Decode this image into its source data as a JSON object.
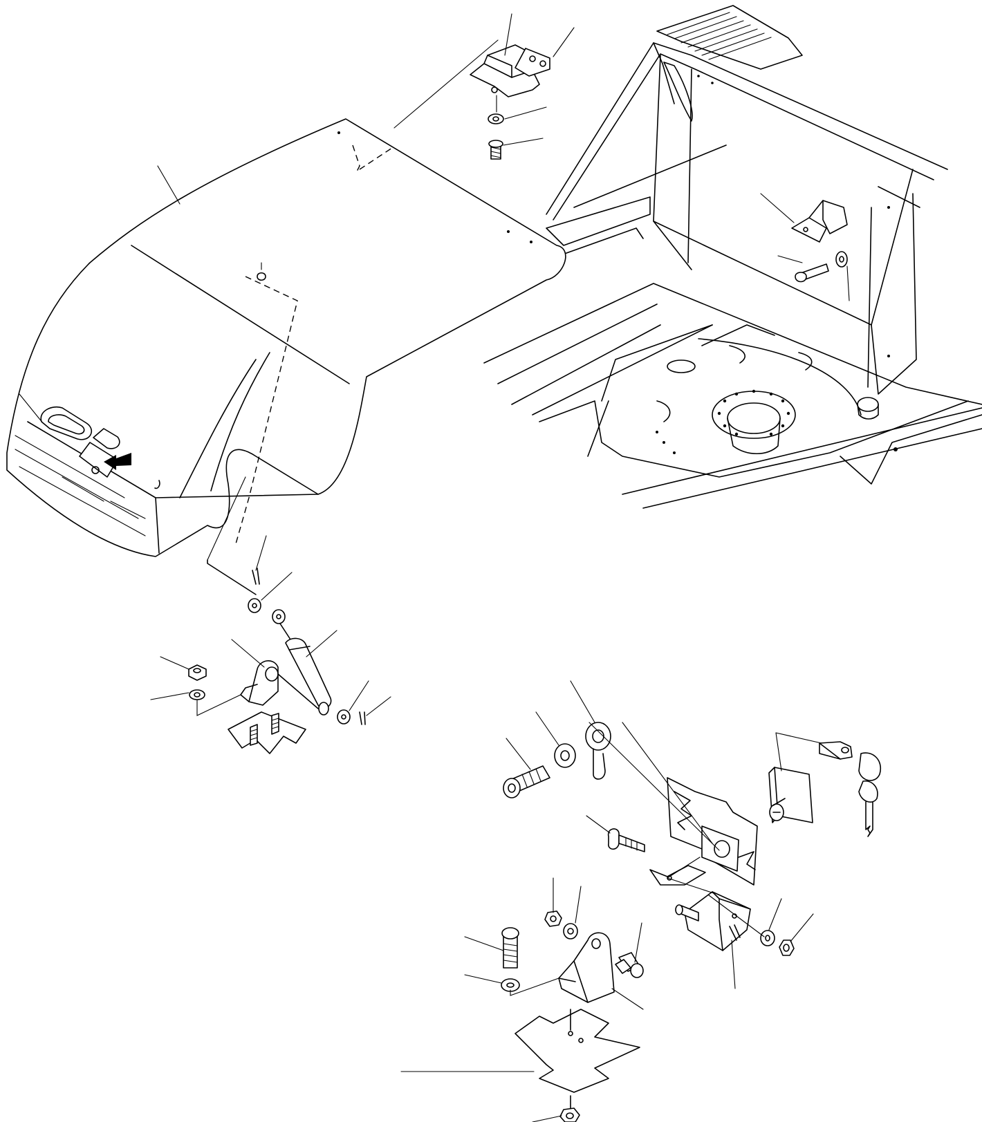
{
  "figure": {
    "kind": "exploded parts diagram",
    "line_color": "#000000",
    "background": "#ffffff",
    "assemblies": [
      "engine-hood-cover",
      "upper-hinge-assembly",
      "side-hinge-assembly",
      "gas-spring-assembly",
      "hood-lock-assembly",
      "key-cylinder-with-keys"
    ],
    "icons": [
      "direction-arrow-icon",
      "key-icon"
    ]
  }
}
